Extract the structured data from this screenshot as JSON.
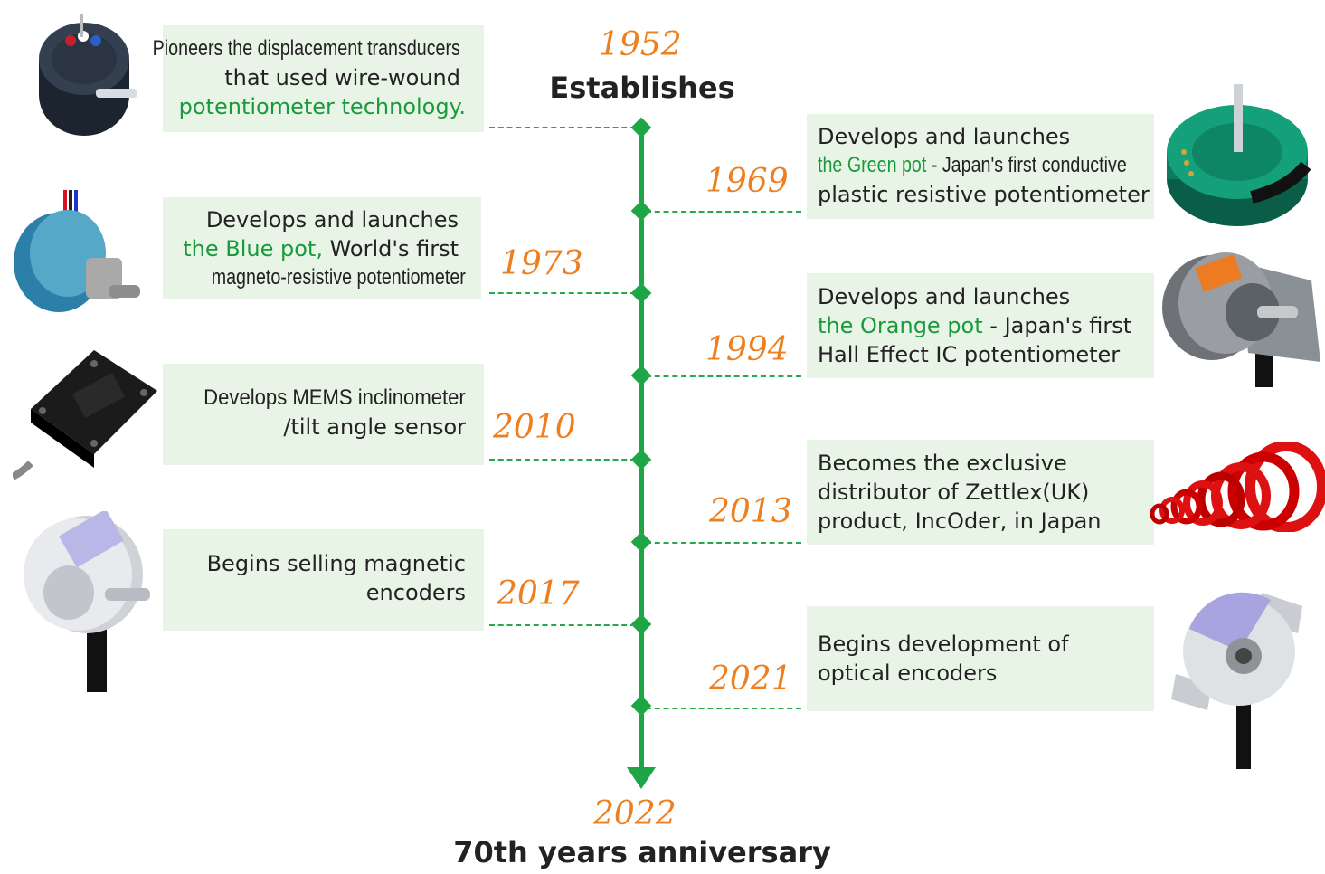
{
  "start": {
    "year": "1952",
    "title": "Establishes"
  },
  "end": {
    "year": "2022",
    "title": "70th years anniversary"
  },
  "left_events": [
    {
      "year": "",
      "lines": [
        "Pioneers the displacement transducers",
        "that used wire-wound",
        "potentiometer technology."
      ]
    },
    {
      "year": "1973",
      "line1": "Develops and launches",
      "line2_green": "the Blue pot,",
      "line2_rest": " World's first",
      "line3": "magneto-resistive potentiometer"
    },
    {
      "year": "2010",
      "lines": [
        "Develops MEMS inclinometer",
        "/tilt angle sensor"
      ]
    },
    {
      "year": "2017",
      "lines": [
        "Begins selling magnetic",
        "encoders"
      ]
    }
  ],
  "right_events": [
    {
      "year": "1969",
      "line1": "Develops and launches",
      "line2_green": "the Green pot",
      "line2_rest": " - Japan's first conductive",
      "line3": "plastic resistive potentiometer"
    },
    {
      "year": "1994",
      "line1": "Develops and launches",
      "line2_green": "the Orange pot",
      "line2_rest": " - Japan's first",
      "line3": "Hall Effect IC potentiometer"
    },
    {
      "year": "2013",
      "lines": [
        "Becomes the exclusive",
        "distributor of Zettlex(UK)",
        "product, IncOder, in Japan"
      ]
    },
    {
      "year": "2021",
      "lines": [
        "Begins development of",
        "optical encoders"
      ]
    }
  ],
  "product_images": {
    "wire_wound_pot": "potentiometer",
    "blue_pot": "blue potentiometer",
    "inclinometer": "inclinometer sensor",
    "magnetic_encoder": "magnetic encoder",
    "green_pot": "green potentiometer",
    "orange_pot": "orange potentiometer",
    "incoder_rings": "IncOder rings",
    "optical_encoder": "optical encoder"
  },
  "colors": {
    "axis": "#1ea546",
    "year": "#ee7f1f",
    "highlight": "#1a9a3c",
    "box": "#e8f4e6"
  }
}
